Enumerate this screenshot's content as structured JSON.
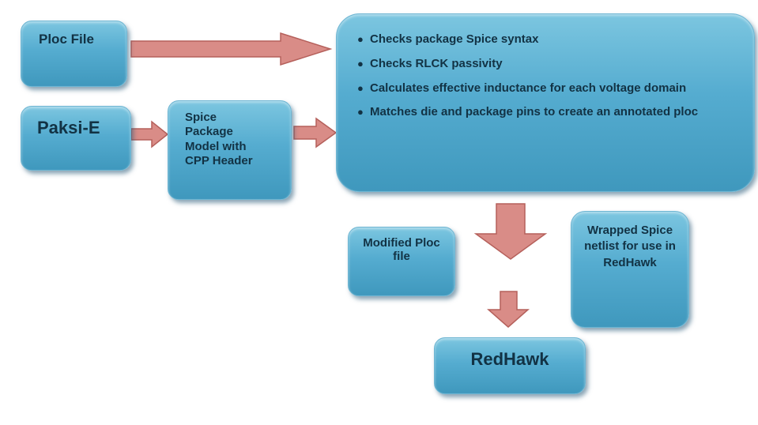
{
  "nodes": {
    "ploc_file": "Ploc File",
    "paksi_e": "Paksi-E",
    "spice_model": "Spice\nPackage\nModel with\nCPP Header",
    "checks": [
      "Checks package Spice syntax",
      "Checks RLCK passivity",
      "Calculates effective inductance for each voltage domain",
      "Matches die and package pins to create an annotated ploc"
    ],
    "modified_ploc": "Modified Ploc file",
    "wrapped_spice": "Wrapped Spice netlist for use in RedHawk",
    "redhawk": "RedHawk"
  },
  "colors": {
    "box_fill": "#55acd0",
    "box_text": "#123244",
    "arrow_fill": "#d98c87",
    "arrow_stroke": "#b5605b"
  }
}
